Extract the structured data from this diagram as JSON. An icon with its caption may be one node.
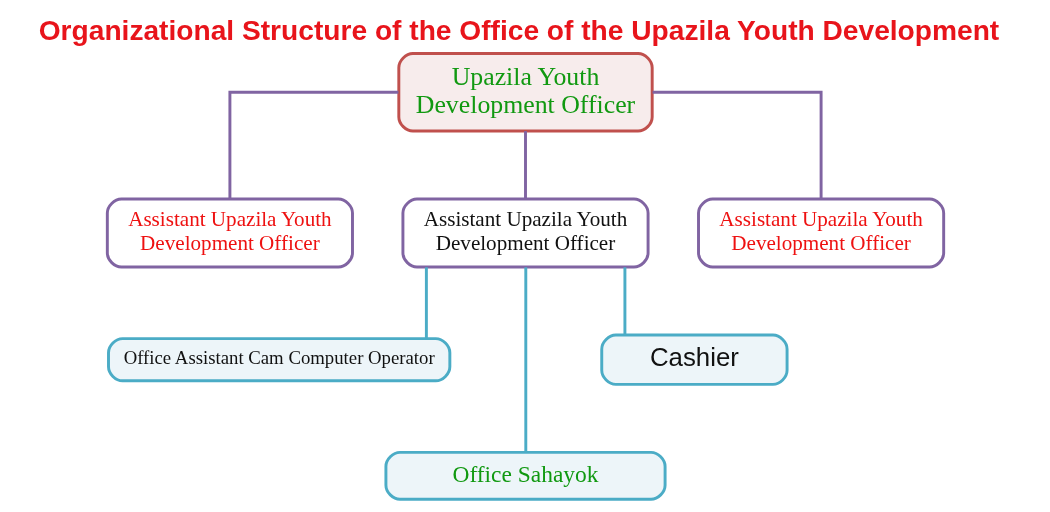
{
  "diagram": {
    "title": "Organizational Structure of the Office of the Upazila Youth Development",
    "nodes": [
      {
        "text": [
          "Upazila Youth Development Officer"
        ]
      },
      {
        "text": [
          "Assistant Upazila Youth Development Officer"
        ]
      },
      {
        "text": [
          "Assistant Upazila Youth Development Officer"
        ]
      },
      {
        "text": [
          "Assistant Upazila Youth Development Officer"
        ]
      },
      {
        "text": [
          "Office Assistant Cam Computer Operator"
        ]
      },
      {
        "text": [
          "Office Sahayok"
        ]
      },
      {
        "text": [
          "Cashier"
        ]
      }
    ],
    "edges": [
      {
        "from": 0,
        "to": 1,
        "arrow": "none",
        "color": "#8064a2"
      },
      {
        "from": 0,
        "to": 2,
        "arrow": "none",
        "color": "#8064a2"
      },
      {
        "from": 0,
        "to": 3,
        "arrow": "none",
        "color": "#8064a2"
      },
      {
        "from": 2,
        "to": 4,
        "arrow": "none",
        "color": "#4bacc6"
      },
      {
        "from": 2,
        "to": 5,
        "arrow": "none",
        "color": "#4bacc6"
      },
      {
        "from": 2,
        "to": 6,
        "arrow": "none",
        "color": "#4bacc6"
      }
    ]
  }
}
